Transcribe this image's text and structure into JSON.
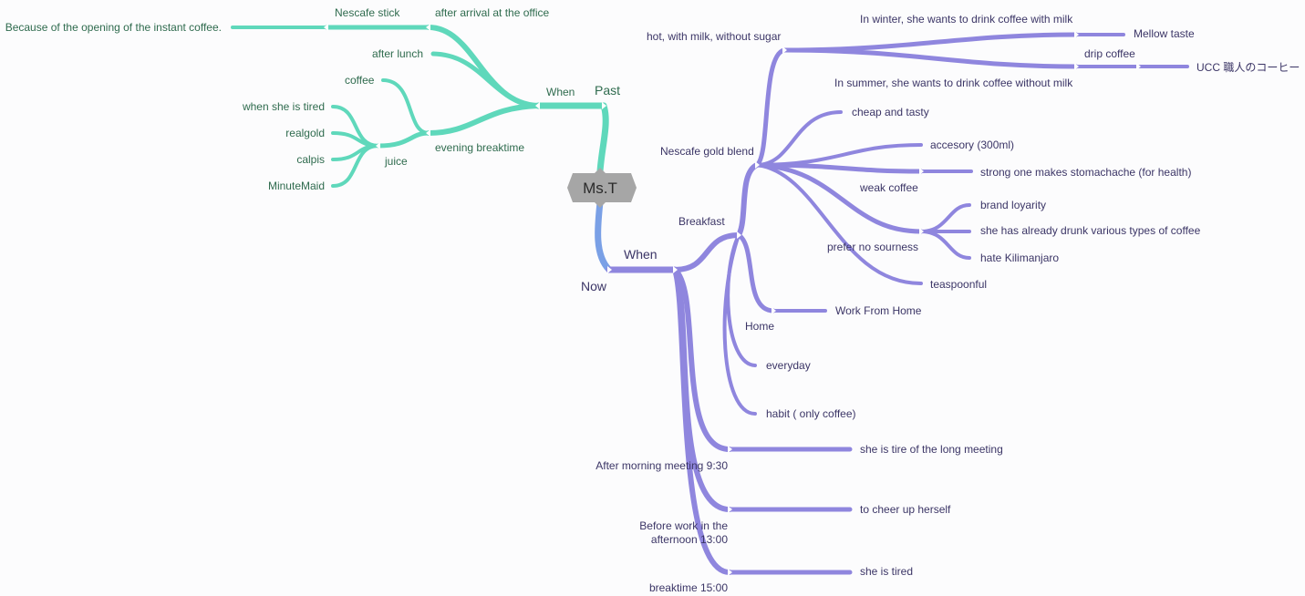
{
  "colors": {
    "past": "#5fd8bb",
    "now": "#8f86de",
    "link": "#7aa0e6",
    "root": "#a6a6a6"
  },
  "root": {
    "label": "Ms.T"
  },
  "past": {
    "label": "Past",
    "when": "When",
    "after_arrival": "after arrival at the office",
    "nescafe_stick": "Nescafe stick",
    "because": "Because of the opening of the instant coffee.",
    "after_lunch": "after lunch",
    "evening_breaktime": "evening breaktime",
    "coffee": "coffee",
    "juice": "juice",
    "when_tired": "when she is tired",
    "realgold": "realgold",
    "calpis": "calpis",
    "minutemaid": "MinuteMaid"
  },
  "now": {
    "label": "Now",
    "when": "When",
    "breakfast": "Breakfast",
    "nescafe_gold": "Nescafe gold blend",
    "hot_milk": "hot, with milk, without sugar",
    "winter": "In winter, she wants to drink coffee with milk",
    "mellow": "Mellow taste",
    "drip": "drip coffee",
    "ucc": "UCC 職人のコーヒー",
    "summer": "In summer, she wants to drink coffee without milk",
    "cheap": "cheap and tasty",
    "accesory": "accesory (300ml)",
    "strong": "strong one makes stomachache (for health)",
    "weak": "weak coffee",
    "brand": "brand loyarity",
    "various": "she has already drunk various types of coffee",
    "kilimanjaro": "hate Kilimanjaro",
    "sourness": "prefer no sourness",
    "teaspoonful": "teaspoonful",
    "home": "Home",
    "wfh": "Work From Home",
    "everyday": "everyday",
    "habit": "habit ( only coffee)",
    "after_meeting": "After morning meeting 9:30",
    "long_meeting": "she is tire of the long meeting",
    "before_work_1": "Before work in the",
    "before_work_2": "afternoon 13:00",
    "cheer_up": "to cheer up herself",
    "breaktime": "breaktime 15:00",
    "she_tired": "she is tired"
  }
}
